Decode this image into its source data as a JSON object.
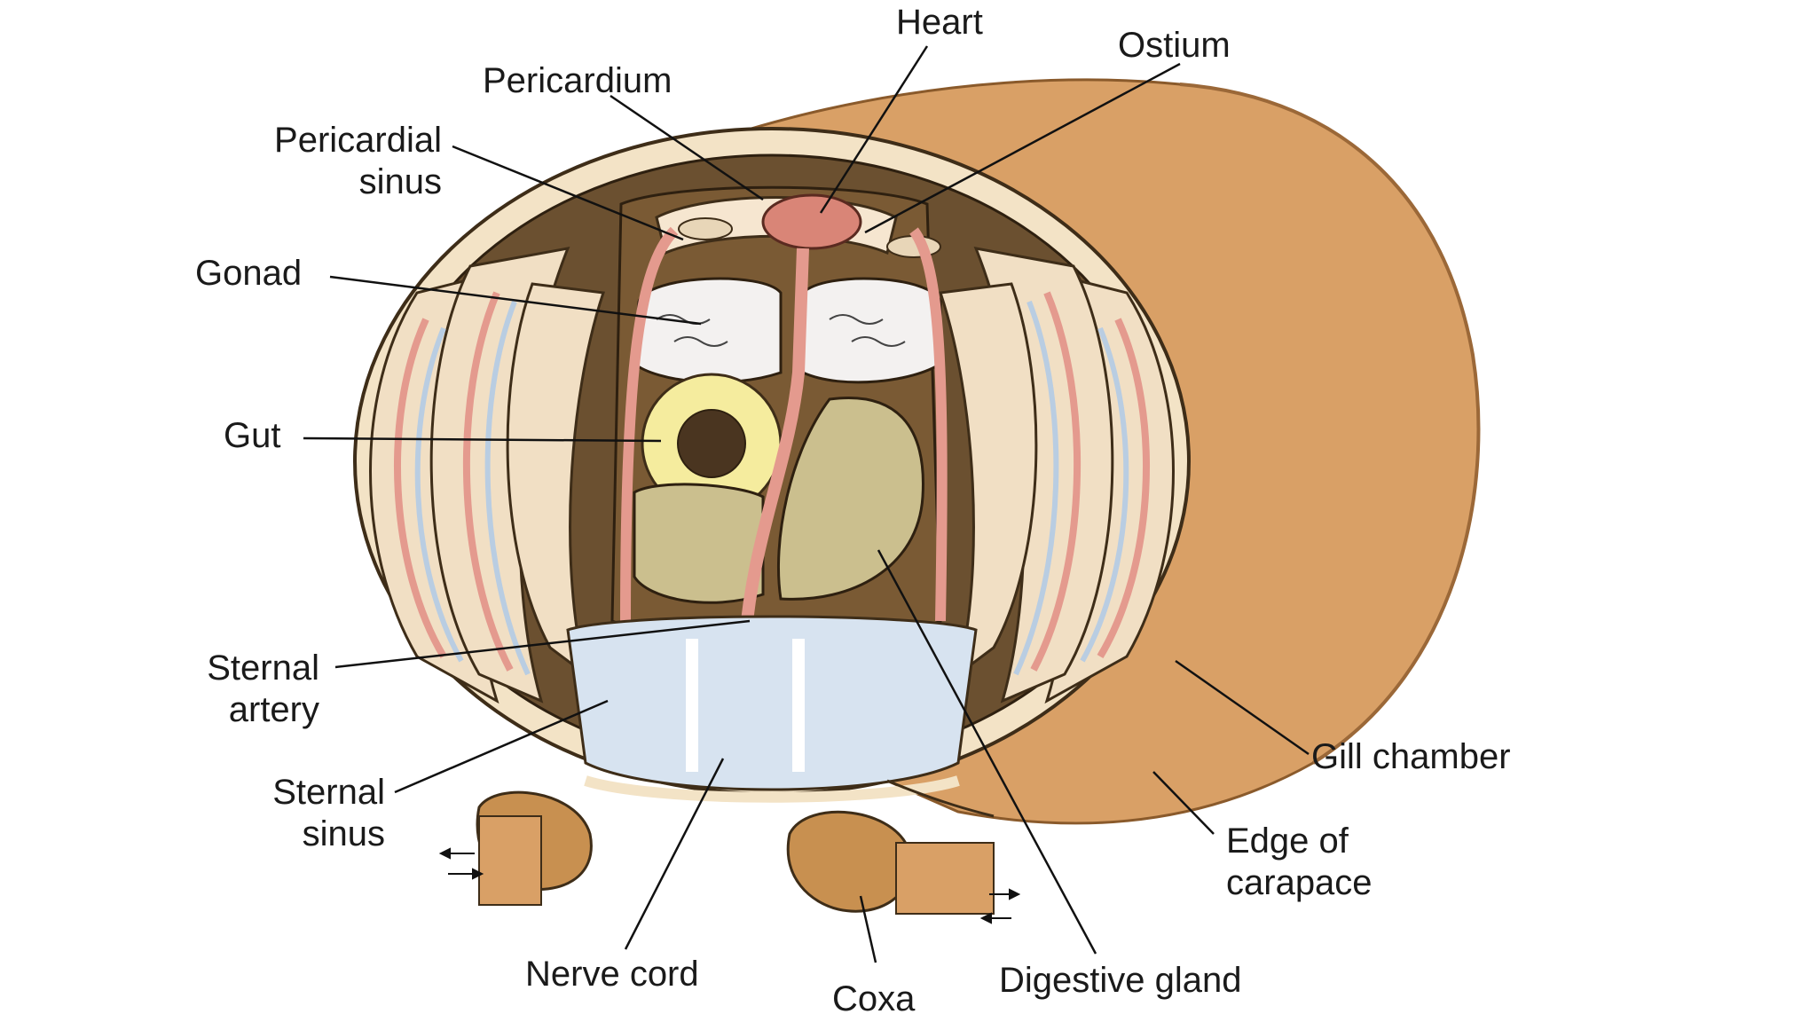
{
  "labels": {
    "heart": "Heart",
    "ostium": "Ostium",
    "pericardium": "Pericardium",
    "pericardial_sinus": [
      "Pericardial",
      "sinus"
    ],
    "gonad": "Gonad",
    "gut": "Gut",
    "sternal_artery": [
      "Sternal",
      "artery"
    ],
    "sternal_sinus": [
      "Sternal",
      "sinus"
    ],
    "nerve_cord": "Nerve cord",
    "coxa": "Coxa",
    "digestive_gland": "Digestive gland",
    "gill_chamber": "Gill chamber",
    "edge_of_carapace": [
      "Edge of",
      "carapace"
    ]
  },
  "colors": {
    "carapace": "#d9a066",
    "carapace_dark": "#b9783f",
    "vessel_red": "#e49a8e",
    "vessel_blue": "#b9cde2",
    "gill": "#f1dfc4",
    "cavity_dark": "#5a4328",
    "gonad": "#f3f1f0",
    "gut_ring": "#f5ec9e",
    "digestive": "#cbbf8e",
    "sinus_blue": "#d7e3f0",
    "leader": "#111111"
  }
}
